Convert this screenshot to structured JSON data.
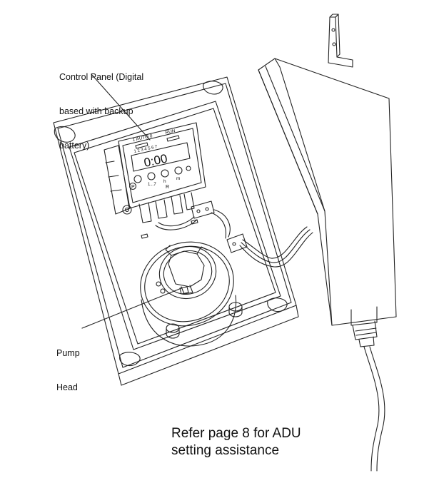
{
  "callouts": {
    "control_panel": {
      "line1": "Control Panel (Digital",
      "line2": "based with backup",
      "line3": "battery)"
    },
    "pump_head": {
      "line1": "Pump",
      "line2": "Head"
    }
  },
  "note": {
    "line1": "Refer page 8 for ADU",
    "line2": "setting assistance"
  },
  "timer": {
    "display": "0:00",
    "mode_auto": "AUTO",
    "mode_run": "RUN",
    "mode_auto_prefix": "1",
    "mode_auto_suffix": "0",
    "day_digits": "1 2 3 4 5 6 7",
    "btn_program": "P",
    "btn_days": "1...7",
    "btn_hour": "h",
    "btn_minute": "m",
    "btn_reset": "R"
  },
  "colors": {
    "line": "#222222",
    "background": "#ffffff"
  }
}
